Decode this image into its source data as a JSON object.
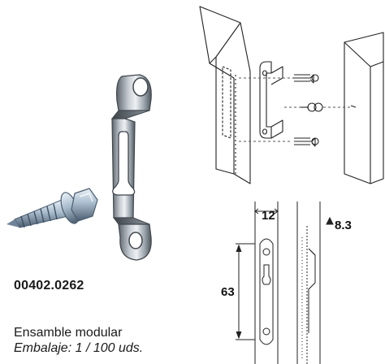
{
  "product": {
    "code": "00402.0262",
    "name": "Ensamble modular",
    "packaging": "Embalaje: 1 / 100 uds."
  },
  "dimensions": {
    "width": "12",
    "depth": "8.3",
    "height": "63"
  },
  "colors": {
    "metal_light": "#d8dde2",
    "metal_mid": "#9aa3ab",
    "metal_dark": "#4f575e",
    "screw_light": "#d9e4ef",
    "screw_mid": "#8fa3b8",
    "screw_dark": "#4b5d70",
    "line": "#222222"
  }
}
